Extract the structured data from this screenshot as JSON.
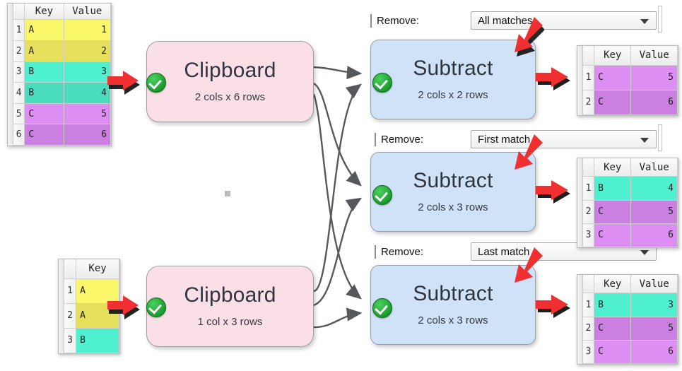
{
  "nodes": [
    {
      "id": "clipboard-1",
      "type": "Clipboard",
      "title": "Clipboard",
      "subtitle": "2 cols x 6 rows",
      "status": "ok"
    },
    {
      "id": "clipboard-2",
      "type": "Clipboard",
      "title": "Clipboard",
      "subtitle": "1 col x 3 rows",
      "status": "ok"
    },
    {
      "id": "subtract-1",
      "type": "Subtract",
      "title": "Subtract",
      "subtitle": "2 cols x 2 rows",
      "status": "ok"
    },
    {
      "id": "subtract-2",
      "type": "Subtract",
      "title": "Subtract",
      "subtitle": "2 cols x 3 rows",
      "status": "ok"
    },
    {
      "id": "subtract-3",
      "type": "Subtract",
      "title": "Subtract",
      "subtitle": "2 cols x 3 rows",
      "status": "ok"
    }
  ],
  "controls": [
    {
      "id": "remove-1",
      "label": "Remove:",
      "value": "All matches"
    },
    {
      "id": "remove-2",
      "label": "Remove:",
      "value": "First match"
    },
    {
      "id": "remove-3",
      "label": "Remove:",
      "value": "Last match"
    }
  ],
  "tables": {
    "input_1": {
      "headers": [
        "Key",
        "Value"
      ],
      "rows": [
        {
          "n": "1",
          "key": "A",
          "value": "1",
          "shade": "yel1"
        },
        {
          "n": "2",
          "key": "A",
          "value": "2",
          "shade": "yel2"
        },
        {
          "n": "3",
          "key": "B",
          "value": "3",
          "shade": "teal1"
        },
        {
          "n": "4",
          "key": "B",
          "value": "4",
          "shade": "teal2"
        },
        {
          "n": "5",
          "key": "C",
          "value": "5",
          "shade": "pur1"
        },
        {
          "n": "6",
          "key": "C",
          "value": "6",
          "shade": "pur2"
        }
      ]
    },
    "input_2": {
      "headers": [
        "Key"
      ],
      "rows": [
        {
          "n": "1",
          "key": "A",
          "shade": "yel1"
        },
        {
          "n": "2",
          "key": "A",
          "shade": "yel2"
        },
        {
          "n": "3",
          "key": "B",
          "shade": "teal1"
        }
      ]
    },
    "output_1": {
      "headers": [
        "Key",
        "Value"
      ],
      "rows": [
        {
          "n": "1",
          "key": "C",
          "value": "5",
          "shade": "pur1"
        },
        {
          "n": "2",
          "key": "C",
          "value": "6",
          "shade": "pur2"
        }
      ]
    },
    "output_2": {
      "headers": [
        "Key",
        "Value"
      ],
      "rows": [
        {
          "n": "1",
          "key": "B",
          "value": "4",
          "shade": "teal1"
        },
        {
          "n": "2",
          "key": "C",
          "value": "5",
          "shade": "pur2"
        },
        {
          "n": "3",
          "key": "C",
          "value": "6",
          "shade": "pur1"
        }
      ]
    },
    "output_3": {
      "headers": [
        "Key",
        "Value"
      ],
      "rows": [
        {
          "n": "1",
          "key": "B",
          "value": "3",
          "shade": "teal1"
        },
        {
          "n": "2",
          "key": "C",
          "value": "5",
          "shade": "pur2"
        },
        {
          "n": "3",
          "key": "C",
          "value": "6",
          "shade": "pur1"
        }
      ]
    }
  },
  "colors": {
    "clipboard_node": "#fbdfe6",
    "subtract_node": "#cfe2f7",
    "status_ok": "#1a9c2e",
    "arrow_red": "#f03030",
    "yellow_1": "#faf76b",
    "yellow_2": "#e6df5c",
    "teal_1": "#4ff0d0",
    "teal_2": "#49ddbd",
    "purple_1": "#dd8ef2",
    "purple_2": "#cb7fe0"
  },
  "icons": {
    "status": "check-circle-icon",
    "dropdown": "chevron-down-icon",
    "pointer_right": "arrow-right-icon",
    "pointer_down": "arrow-down-icon"
  }
}
